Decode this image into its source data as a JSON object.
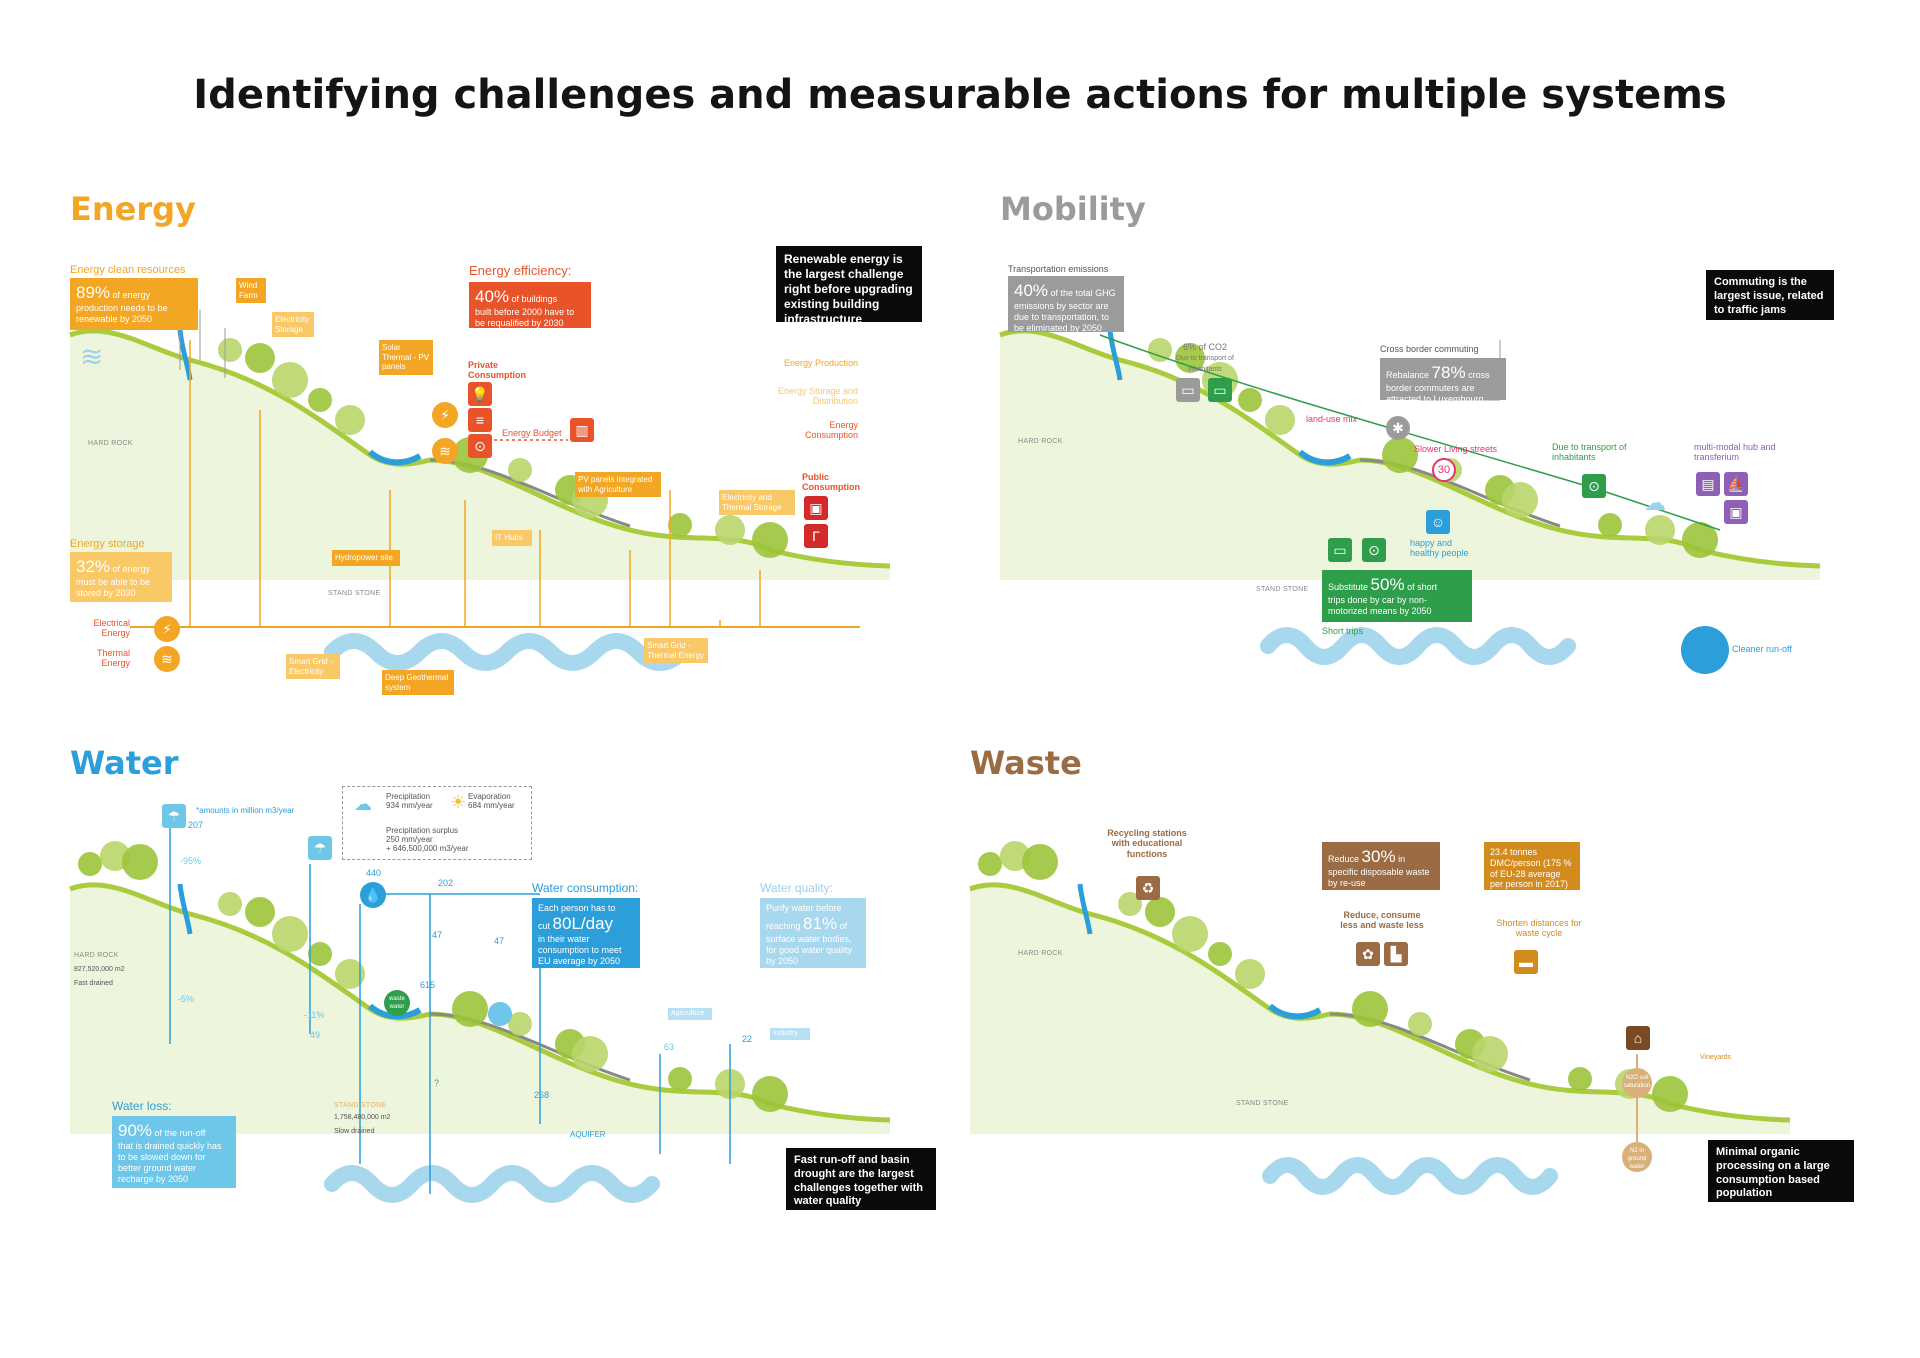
{
  "title": "Identifying challenges and measurable actions for multiple systems",
  "colors": {
    "energy": "#F2A623",
    "energy_red": "#E8532A",
    "mobility": "#9B9B9B",
    "mobility_green": "#2E9E4A",
    "water": "#2C9ED9",
    "water_light": "#6EC6E8",
    "waste": "#9B6B43",
    "hill": "#A9CC3E",
    "river": "#2C9ED9"
  },
  "energy": {
    "heading": "Energy",
    "clean_resources": "Energy clean resources",
    "clean_box_pct": "89%",
    "clean_box_text1": "of energy",
    "clean_box_text2": "production needs to be renewable by 2050",
    "wind_farm": "Wind Farm",
    "electricity_storage": "Electricity Storage",
    "solar": "Solar Thermal - PV panels",
    "efficiency_title": "Energy efficiency:",
    "eff_box_pct": "40%",
    "eff_box_text1": "of buildings",
    "eff_box_text2": "built before 2000 have to be requalified by 2030",
    "private_consumption": "Private Consumption",
    "energy_budget": "Energy Budget",
    "callout": "Renewable energy is the largest challenge right before upgrading existing building infrastructure",
    "energy_production": "Energy Production",
    "energy_storage_dist": "Energy Storage and Distribution",
    "energy_consumption": "Energy Consumption",
    "public_consumption": "Public Consumption",
    "pv_agri": "PV panels integrated with Agriculture",
    "elec_thermal_storage": "Electricity and Thermal Storage",
    "hydropower": "Hydropower site",
    "it_hubs": "IT Hubs",
    "hard_rock": "HARD ROCK",
    "stand_stone": "STAND STONE",
    "storage_title": "Energy storage",
    "storage_box_pct": "32%",
    "storage_box_text1": "of energy",
    "storage_box_text2": "must be able to be stored by 2030",
    "electrical_energy": "Electrical Energy",
    "thermal_energy": "Thermal Energy",
    "smart_grid_elec": "Smart Grid - Electricity",
    "smart_grid_thermal": "Smart Grid - Thermal Energy",
    "deep_geo": "Deep Geothermal system"
  },
  "mobility": {
    "heading": "Mobility",
    "transport_emissions": "Transportation emissions",
    "te_box_pct": "40%",
    "te_box_text1": "of the total GHG",
    "te_box_text2": "emissions by sector are due to transportation, to be eliminated by 2050",
    "co2": "6% of CO2",
    "co2_sub": "Due to transport of inhabitants",
    "cross_border": "Cross border commuting",
    "cb_box_pre": "Rebalance",
    "cb_box_pct": "78%",
    "cb_box_text1": "cross",
    "cb_box_text2": "border commuters are attracted to Luxembourg",
    "callout": "Commuting is the largest issue, related to traffic jams",
    "land_use": "land-use mix",
    "slower_streets": "Slower Living streets",
    "speed": "30",
    "due_transport": "Due to transport of inhabitants",
    "multimodal": "multi-modal hub and transferium",
    "happy": "happy and healthy people",
    "hard_rock": "HARD ROCK",
    "stand_stone": "STAND STONE",
    "sub_box_pre": "Substitute",
    "sub_box_pct": "50%",
    "sub_box_text1": "of short",
    "sub_box_text2": "trips done by car by non-motorized means by 2050",
    "short_trips": "Short trips",
    "cleaner_runoff": "Cleaner run-off"
  },
  "water": {
    "heading": "Water",
    "amounts": "*amounts in million m3/year",
    "v207": "207",
    "v95": "-95%",
    "v5": "-5%",
    "v11": "-11%",
    "v49": "49",
    "precip": "Precipitation",
    "precip_val": "934 mm/year",
    "evap": "Evaporation",
    "evap_val": "684 mm/year",
    "surplus": "Precipitation surplus",
    "surplus_val1": "250 mm/year",
    "surplus_val2": "+ 646,500,000 m3/year",
    "v440": "440",
    "v202": "202",
    "v47a": "47",
    "v47b": "47",
    "v615": "615",
    "waste_water": "waste water",
    "hard_rock": "HARD ROCK",
    "hard_area": "827,520,000 m2",
    "fast": "Fast drained",
    "consumption_title": "Water consumption:",
    "cons_box_text1": "Each person has to",
    "cons_box_pre": "cut",
    "cons_box_val": "80L/day",
    "cons_box_text2": "in their water consumption to meet EU average by 2050",
    "quality_title": "Water quality:",
    "qual_box_text1": "Purify water before",
    "qual_box_pre": "reaching",
    "qual_box_pct": "81%",
    "qual_box_text2": "of",
    "qual_box_text3": "surface water bodies, for good water quality by 2050",
    "agriculture": "Agriculture",
    "industry": "Industry",
    "v22": "22",
    "v63": "63",
    "v268": "268",
    "stand_stone": "STAND STONE",
    "stand_area": "1,758,480,000 m2",
    "slow": "Slow drained",
    "aquifer": "AQUIFER",
    "q": "?",
    "loss_title": "Water loss:",
    "loss_box_pct": "90%",
    "loss_box_text1": "of the run-off",
    "loss_box_text2": "that is drained quickly has to be slowed down for better ground water recharge by 2050",
    "callout": "Fast run-off and basin drought are the largest challenges together with water quality"
  },
  "waste": {
    "heading": "Waste",
    "recycling": "Recycling stations with educational functions",
    "reduce_box_pre": "Reduce",
    "reduce_box_pct": "30%",
    "reduce_box_text1": "in",
    "reduce_box_text2": "specific disposable waste by re-use",
    "dmc_box": "23.4 tonnes DMC/person (175 % of EU-28 average per person in 2017)",
    "reduce_consume": "Reduce, consume less and waste less",
    "shorten": "Shorten distances for waste cycle",
    "hard_rock": "HARD ROCK",
    "stand_stone": "STAND STONE",
    "vineyards": "Vineyards",
    "n2o": "N2O soil saturation",
    "n2": "N2 in ground water",
    "callout": "Minimal organic processing on a large consumption based population"
  }
}
